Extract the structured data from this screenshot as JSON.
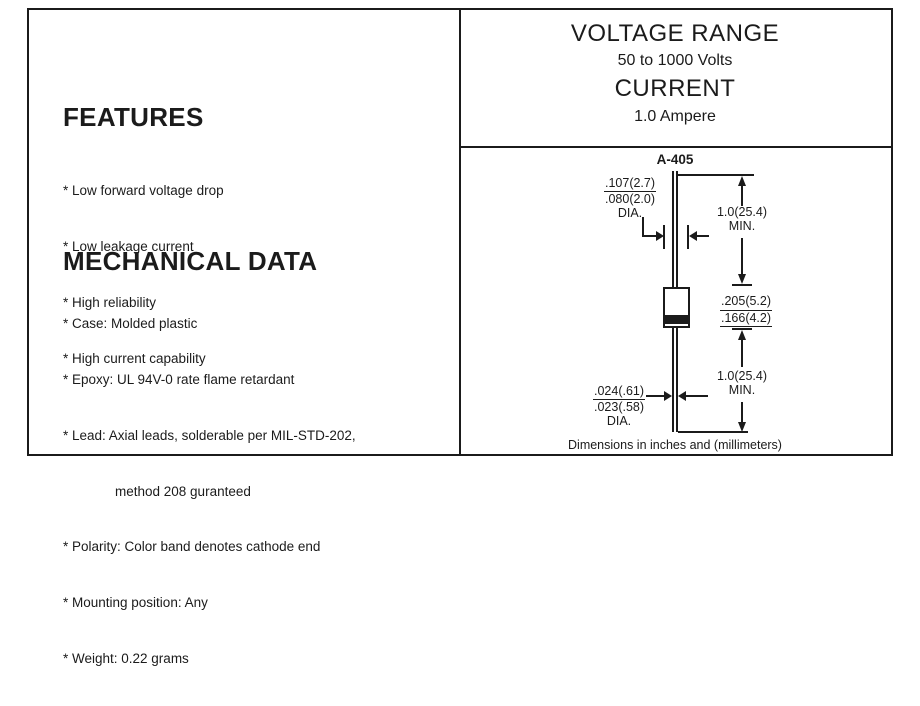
{
  "left": {
    "features": {
      "title": "FEATURES",
      "items": [
        "* Low forward voltage drop",
        "* Low leakage current",
        "* High reliability",
        "* High current capability"
      ]
    },
    "mechanical": {
      "title": "MECHANICAL DATA",
      "items": [
        "* Case: Molded plastic",
        "* Epoxy: UL 94V-0 rate flame retardant",
        "* Lead: Axial leads, solderable per MIL-STD-202,",
        "method 208 guranteed",
        "* Polarity: Color band denotes cathode end",
        "* Mounting position: Any",
        "* Weight: 0.22 grams"
      ]
    }
  },
  "right": {
    "header": {
      "voltage_title": "VOLTAGE RANGE",
      "voltage_value": "50 to 1000 Volts",
      "current_title": "CURRENT",
      "current_value": "1.0 Ampere"
    },
    "drawing": {
      "package_label": "A-405",
      "note": "Dimensions in inches and (millimeters)",
      "dims": {
        "lead_dia_top": {
          "max": ".107(2.7)",
          "min": ".080(2.0)",
          "suffix": "DIA."
        },
        "lead_len_top": {
          "value": "1.0(25.4)",
          "qualifier": "MIN."
        },
        "body_len": {
          "max": ".205(5.2)",
          "min": ".166(4.2)"
        },
        "lead_len_bottom": {
          "value": "1.0(25.4)",
          "qualifier": "MIN."
        },
        "lead_dia_bottom": {
          "max": ".024(.61)",
          "min": ".023(.58)",
          "suffix": "DIA."
        }
      }
    },
    "colors": {
      "ink": "#1b1b1b",
      "paper": "#ffffff"
    }
  }
}
